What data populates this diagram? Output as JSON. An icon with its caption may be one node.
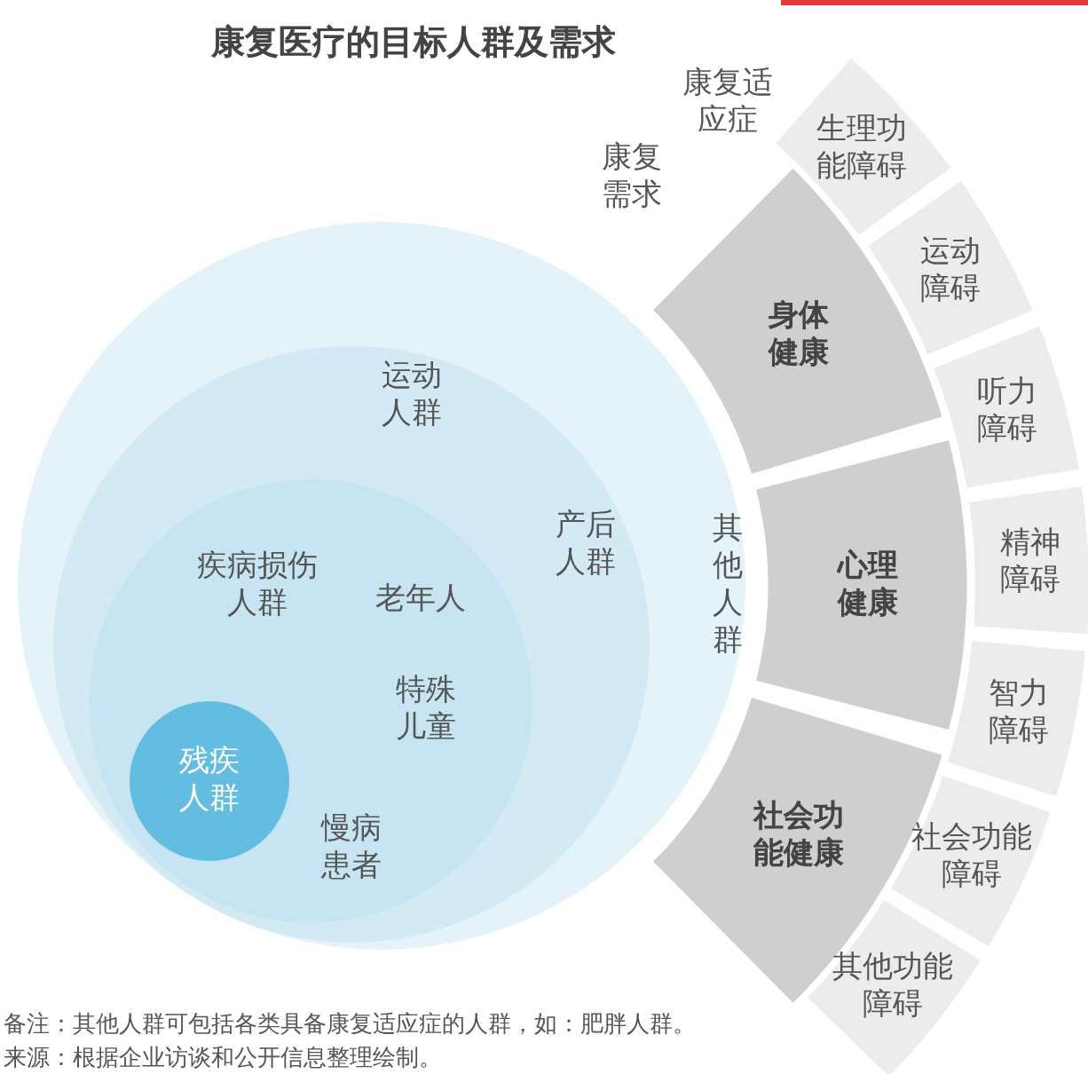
{
  "diagram": {
    "title": "康复医疗的目标人群及需求",
    "nodes": [
      {
        "text": [
          "其他人群"
        ]
      },
      {
        "text": [
          "运动人群",
          "产后人群"
        ],
        "in": 0
      },
      {
        "text": [
          "疾病损伤人群",
          "老年人",
          "特殊儿童",
          "慢病患者"
        ],
        "in": 1
      },
      {
        "text": [
          "残疾人群"
        ],
        "in": 2
      },
      {
        "text": [
          "身体健康"
        ]
      },
      {
        "text": [
          "心理健康"
        ]
      },
      {
        "text": [
          "社会功能健康"
        ]
      },
      {
        "text": [
          "生理功能障碍"
        ]
      },
      {
        "text": [
          "运动障碍"
        ]
      },
      {
        "text": [
          "听力障碍"
        ]
      },
      {
        "text": [
          "精神障碍"
        ]
      },
      {
        "text": [
          "智力障碍"
        ]
      },
      {
        "text": [
          "社会功能障碍"
        ]
      },
      {
        "text": [
          "其他功能障碍"
        ]
      }
    ],
    "labels": [
      "康复适应症",
      "康复需求",
      "备注：其他人群可包括各类具备康复适应症的人群，如：肥胖人群。",
      "来源：根据企业访谈和公开信息整理绘制。"
    ]
  }
}
